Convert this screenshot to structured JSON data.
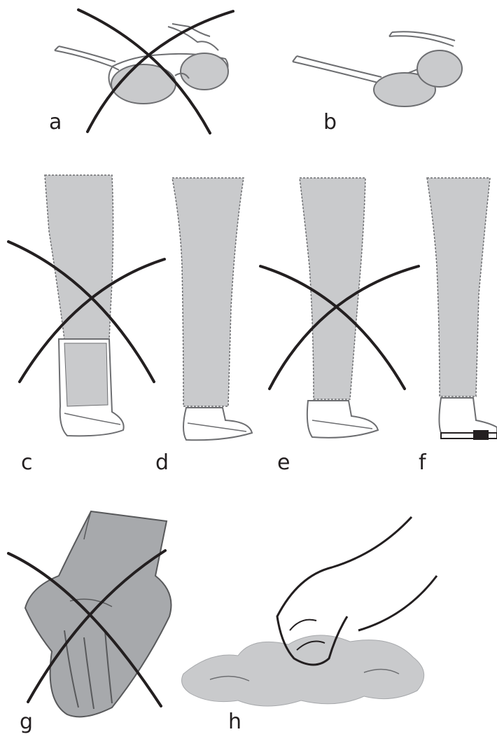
{
  "panels": [
    {
      "letter": "a",
      "crossed": true
    },
    {
      "letter": "b",
      "crossed": false
    },
    {
      "letter": "c",
      "crossed": true
    },
    {
      "letter": "d",
      "crossed": false
    },
    {
      "letter": "e",
      "crossed": true
    },
    {
      "letter": "f",
      "crossed": false
    },
    {
      "letter": "g",
      "crossed": true
    },
    {
      "letter": "h",
      "crossed": false
    }
  ],
  "colors": {
    "fill": "#c9cacc",
    "fill_dark": "#a7a9ac",
    "line": "#231f20",
    "outline": "#6d6e71"
  }
}
